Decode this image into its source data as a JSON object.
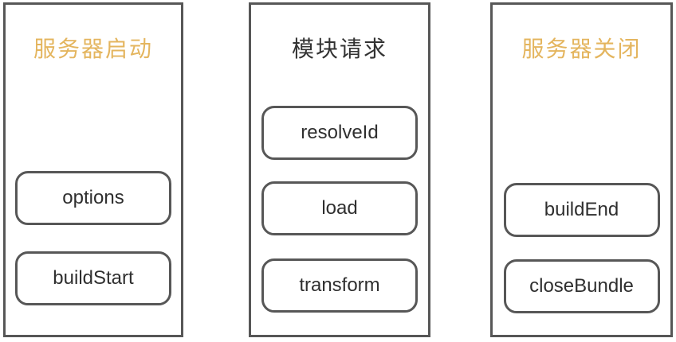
{
  "diagram": {
    "columns": [
      {
        "title": "服务器启动",
        "title_color": "#e4b55e",
        "hooks": [
          "options",
          "buildStart"
        ]
      },
      {
        "title": "模块请求",
        "title_color": "#323232",
        "hooks": [
          "resolveId",
          "load",
          "transform"
        ]
      },
      {
        "title": "服务器关闭",
        "title_color": "#e4b55e",
        "hooks": [
          "buildEnd",
          "closeBundle"
        ]
      }
    ],
    "colors": {
      "background": "#ffffff",
      "panel_border": "#575757",
      "hook_border": "#575757",
      "hook_text": "#2f2f2f",
      "accent_gold": "#e4b55e"
    }
  }
}
